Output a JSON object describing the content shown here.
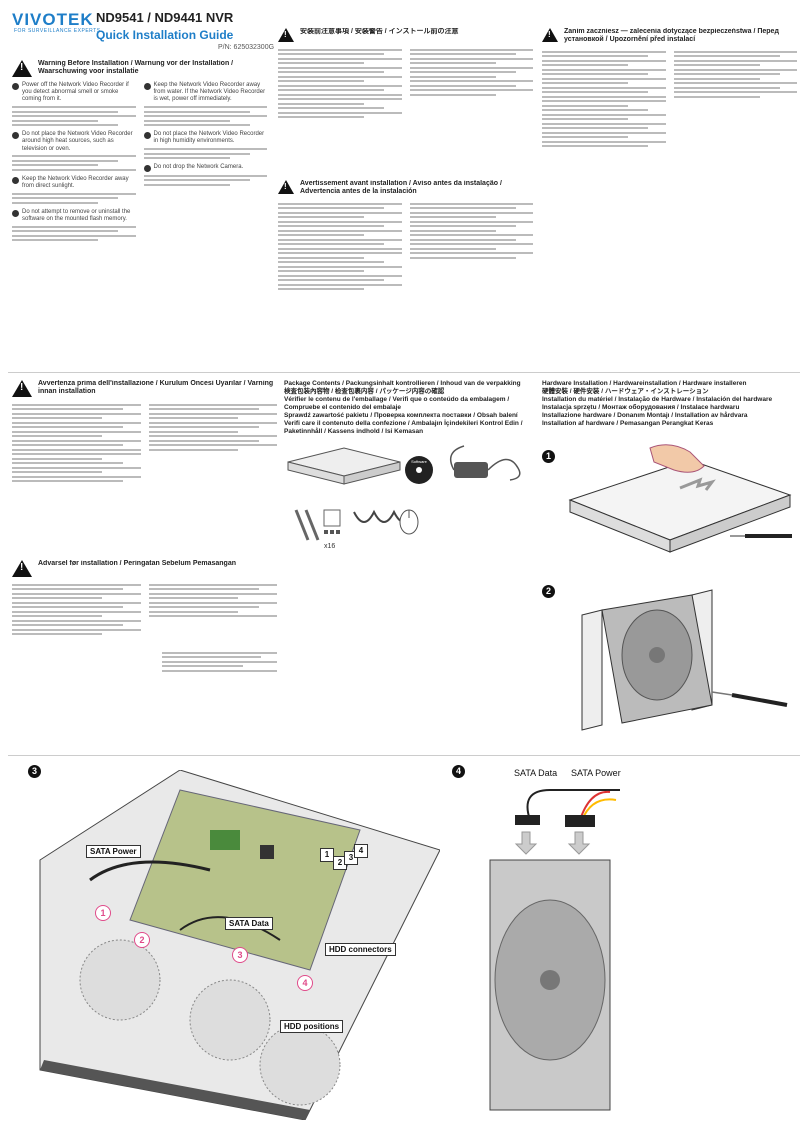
{
  "header": {
    "brand": "VIVOTEK",
    "brand_sub": "FOR SURVEILLANCE EXPERTS",
    "models": "ND9541 / ND9441 NVR",
    "guide_title": "Quick Installation Guide",
    "part_number": "P/N: 625032300G"
  },
  "warnings": {
    "en_title": "Warning Before Installation / Warnung vor der Installation / Waarschuwing voor installatie",
    "en_items": [
      "Power off the Network Video Recorder if you detect abnormal smell or smoke coming from it.",
      "Keep the Network Video Recorder away from water. If the Network Video Recorder is wet, power off immediately.",
      "Do not place the Network Video Recorder around high heat sources, such as television or oven.",
      "Do not place the Network Video Recorder in high humidity environments.",
      "Keep the Network Video Recorder away from direct sunlight.",
      "Do not drop the Network Camera.",
      "Do not attempt to remove or uninstall the software on the mounted flash memory."
    ],
    "jp_title": "安装前注意事項 / 安装警告 / インストール前の注意",
    "pl_title": "Zanim zaczniesz — zalecenia dotyczące bezpieczeństwa / Перед установкой / Upozornění před instalací",
    "fr_title": "Avertissement avant installation / Aviso antes da instalação / Advertencia antes de la instalación",
    "it_title": "Avvertenza prima dell'installazione / Kurulum Öncesi Uyarılar / Varning innan installation",
    "sv_title": "Advarsel før installation / Peringatan Sebelum Pemasangan"
  },
  "package": {
    "title": "Package Contents / Packungsinhalt kontrollieren / Inhoud van de verpakking",
    "lines": [
      "検査包装內容物 / 检查包裹内容 / パッケージ内容の確認",
      "Vérifier le contenu de l'emballage / Verifi que o conteúdo da embalagem / Compruebe el contenido del embalaje",
      "Sprawdź zawartość pakietu / Проверка комплекта поставки / Obsah balení",
      "Verifi care il contenuto della confezione / Ambalajın İçindekileri Kontrol Edin / Paketinnhåll / Kassens indhold / Isi Kemasan"
    ],
    "screw_count": "x16",
    "disc_label": "Software"
  },
  "hardware": {
    "title": "Hardware Installation / Hardwareinstallation / Hardware installeren",
    "lines": [
      "硬體安裝 / 硬件安装 / ハードウェア・インストレーション",
      "Installation du matériel / Instalação de Hardware / Instalación del hardware",
      "Instalacja sprzętu / Монтаж оборудования / Instalace hardwaru",
      "Installazione hardware / Donanım Montajı / Installation av hårdvara",
      "Installation af hardware / Pemasangan Perangkat Keras"
    ]
  },
  "steps": {
    "s1": "1",
    "s2": "2",
    "s3": "3",
    "s4": "4"
  },
  "diagram3": {
    "sata_power": "SATA Power",
    "sata_data": "SATA Data",
    "hdd_connectors": "HDD connectors",
    "hdd_positions": "HDD positions",
    "connector_numbers": [
      "1",
      "2",
      "3",
      "4"
    ],
    "bay_numbers": [
      "1",
      "2",
      "3",
      "4"
    ]
  },
  "diagram4": {
    "sata_data": "SATA Data",
    "sata_power": "SATA Power"
  }
}
